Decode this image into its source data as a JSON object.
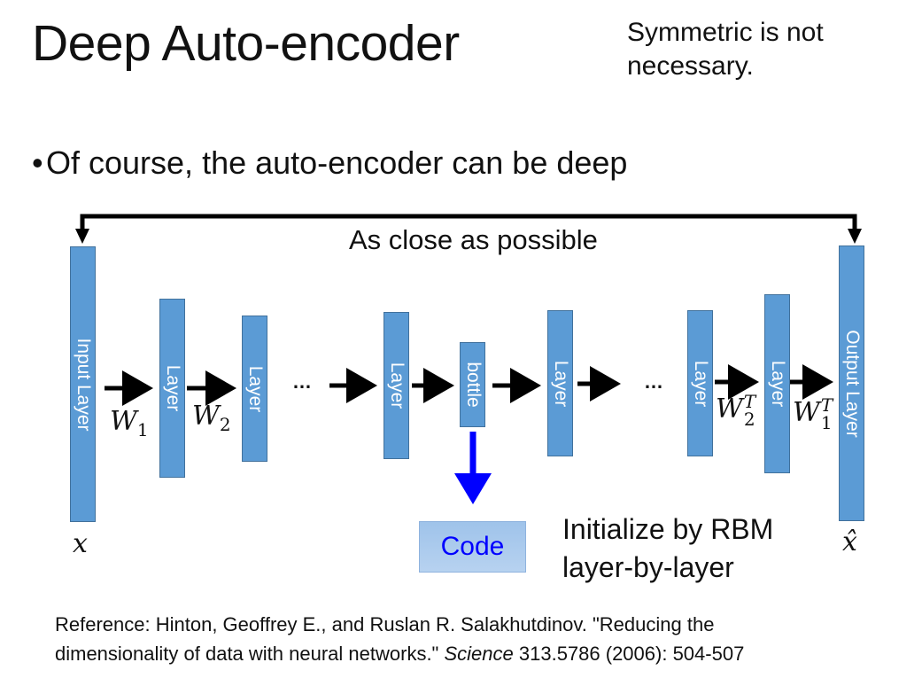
{
  "slide": {
    "title": "Deep Auto-encoder",
    "side_note_line1": "Symmetric is not",
    "side_note_line2": "necessary.",
    "bullet_marker": "•",
    "bullet_text": "Of course, the auto-encoder can be deep"
  },
  "diagram": {
    "feedback_label": "As close as possible",
    "layers": [
      {
        "label": "Input Layer"
      },
      {
        "label": "Layer"
      },
      {
        "label": "Layer"
      },
      {
        "label": "Layer"
      },
      {
        "label": "bottle"
      },
      {
        "label": "Layer"
      },
      {
        "label": "Layer"
      },
      {
        "label": "Layer"
      },
      {
        "label": "Output Layer"
      }
    ],
    "ellipsis_left": "…",
    "ellipsis_right": "…",
    "weights": {
      "w1": {
        "base": "W",
        "sub": "1",
        "sup": ""
      },
      "w2": {
        "base": "W",
        "sub": "2",
        "sup": ""
      },
      "w2t": {
        "base": "W",
        "sub": "2",
        "sup": "T"
      },
      "w1t": {
        "base": "W",
        "sub": "1",
        "sup": "T"
      }
    },
    "input_symbol": "x",
    "output_symbol": "x̂",
    "code_label": "Code",
    "init_line1": "Initialize by RBM",
    "init_line2": "layer-by-layer",
    "colors": {
      "layer_fill": "#5b9bd5",
      "layer_border": "#41719c",
      "code_arrow": "#0000ff",
      "code_text": "#0000ff",
      "code_fill": "#a9cbee"
    }
  },
  "reference": {
    "prefix": "Reference: Hinton, Geoffrey E., and Ruslan R. Salakhutdinov. \"Reducing the",
    "line2_start": "dimensionality of data with neural networks.\" ",
    "journal": "Science",
    "line2_end": " 313.5786 (2006): 504-507"
  }
}
